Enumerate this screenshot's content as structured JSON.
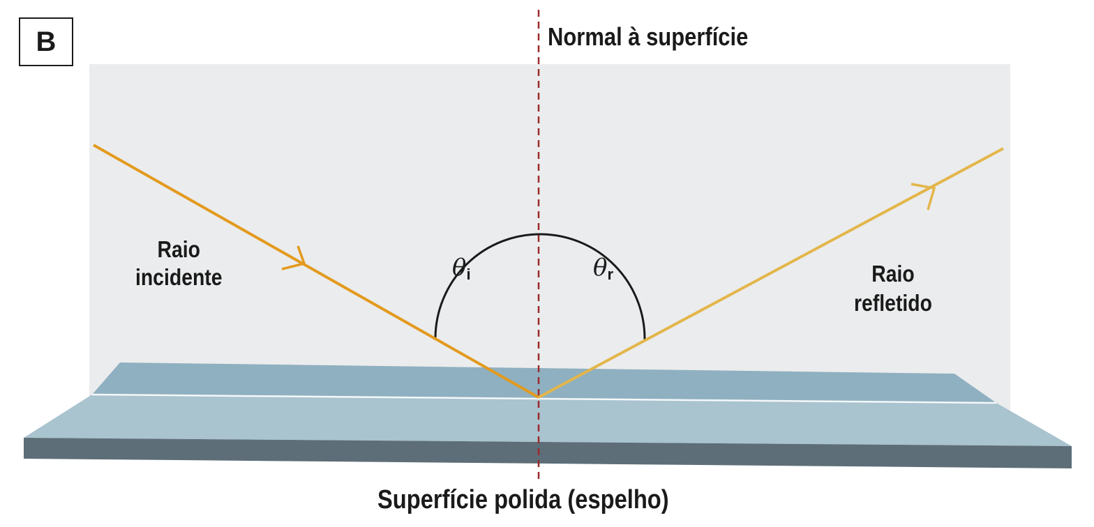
{
  "panel_label": "B",
  "labels": {
    "normal": "Normal à superfície",
    "incident": [
      "Raio",
      "incidente"
    ],
    "reflected": [
      "Raio",
      "refletido"
    ],
    "surface": "Superfície polida (espelho)"
  },
  "angles": {
    "incident": {
      "symbol": "θ",
      "subscript": "i"
    },
    "reflected": {
      "symbol": "θ",
      "subscript": "r"
    }
  },
  "colors": {
    "incident_ray": "#e39a1e",
    "reflected_ray": "#e3b64a",
    "normal_line": "#9c2b2b",
    "mirror_top": "#8fb0c0",
    "mirror_front": "#a9c3cf",
    "mirror_edge": "#5d6e78"
  }
}
